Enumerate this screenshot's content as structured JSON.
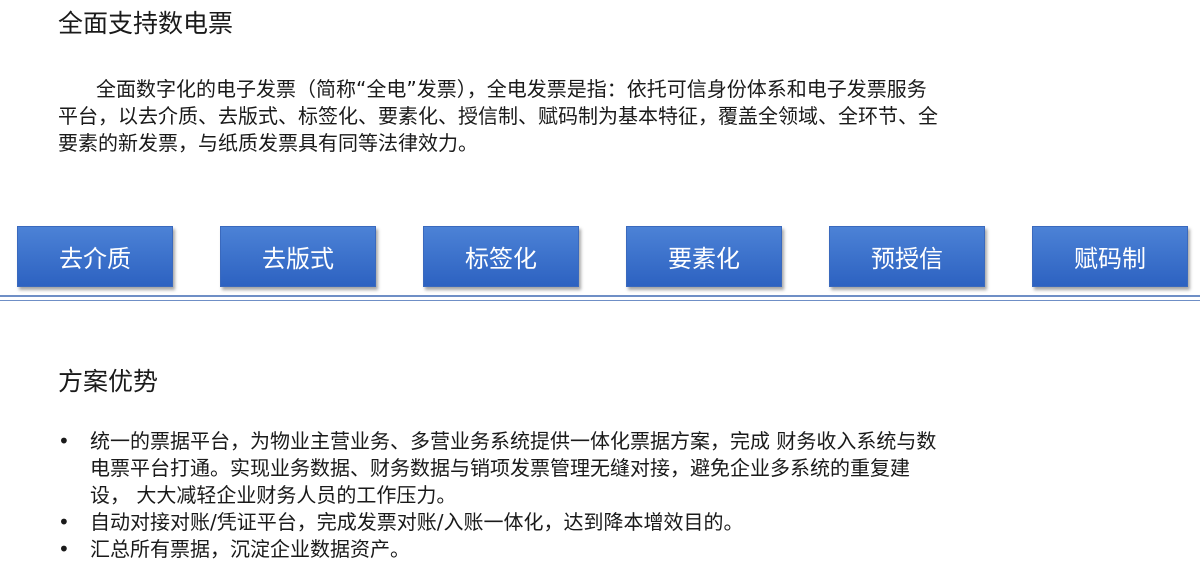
{
  "header": {
    "title": "全面支持数电票"
  },
  "intro": {
    "text": "全面数字化的电子发票（简称“全电”发票），全电发票是指：依托可信身份体系和电子发票服务平台，以去介质、去版式、标签化、要素化、授信制、赋码制为基本特征，覆盖全领域、全环节、全要素的新发票，与纸质发票具有同等法律效力。"
  },
  "features": {
    "items": [
      "去介质",
      "去版式",
      "标签化",
      "要素化",
      "预授信",
      "赋码制"
    ],
    "accent_color": "#3c72cf"
  },
  "advantages": {
    "title": "方案优势",
    "bullet": "•",
    "items": [
      "统一的票据平台，为物业主营业务、多营业务系统提供一体化票据方案，完成 财务收入系统与数电票平台打通。实现业务数据、财务数据与销项发票管理无缝对接，避免企业多系统的重复建设， 大大减轻企业财务人员的工作压力。",
      "自动对接对账/凭证平台，完成发票对账/入账一体化，达到降本增效目的。",
      "汇总所有票据，沉淀企业数据资产。"
    ]
  }
}
